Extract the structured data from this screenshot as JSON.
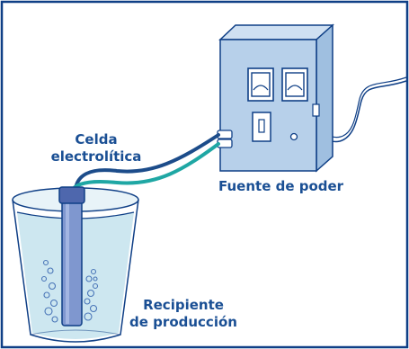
{
  "labels": {
    "cell_line1": "Celda",
    "cell_line2": "electrolítica",
    "power_source": "Fuente de poder",
    "container_line1": "Recipiente",
    "container_line2": "de producción"
  },
  "colors": {
    "border": "#0f3f86",
    "label_text": "#1a4f94",
    "device_face": "#b7d0ea",
    "device_side": "#9fbfe0",
    "cup_water": "#cde7f0",
    "electrode": "#7f97cf",
    "cable_dark": "#1c4c8a",
    "cable_teal": "#1fa7a4"
  },
  "icons": [
    "power-source-box",
    "electrolytic-cell",
    "production-container",
    "gas-bubbles",
    "power-cable"
  ]
}
